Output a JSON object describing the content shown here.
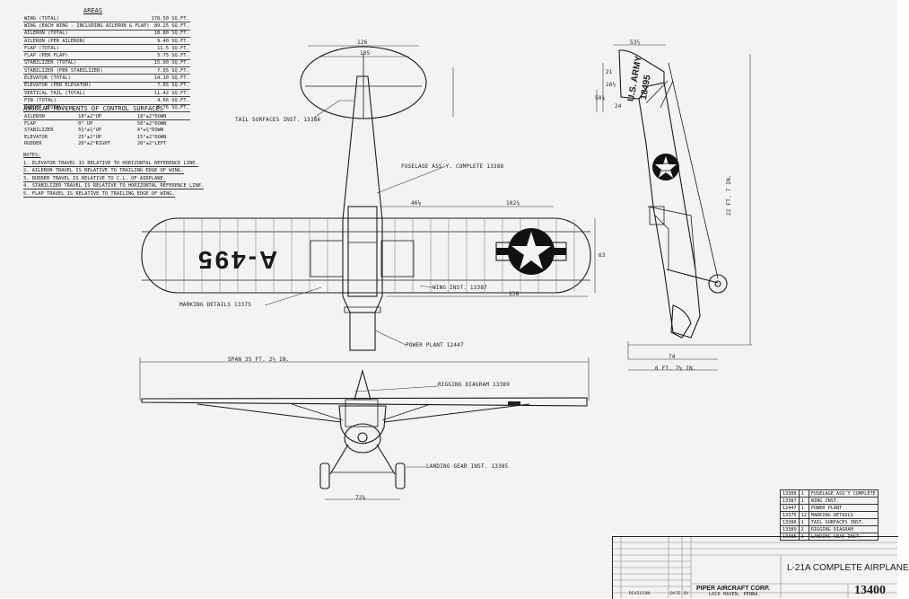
{
  "areas": {
    "heading": "AREAS",
    "rows": [
      [
        "WING (TOTAL)",
        "178.50 SQ.FT."
      ],
      [
        "WING (EACH WING - INCLUDING AILERON & FLAP)",
        "89.25 SQ.FT."
      ],
      [
        "AILERON (TOTAL)",
        "18.80 SQ.FT."
      ],
      [
        "AILERON (PER AILERON)",
        "9.40 SQ.FT."
      ],
      [
        "FLAP (TOTAL)",
        "11.5 SQ.FT."
      ],
      [
        "FLAP (PER FLAP)",
        "5.75 SQ.FT."
      ],
      [
        "STABILIZER (TOTAL)",
        "15.90 SQ.FT."
      ],
      [
        "STABILIZER (PER STABILIZER)",
        "7.95 SQ.FT."
      ],
      [
        "ELEVATOR (TOTAL)",
        "14.10 SQ.FT."
      ],
      [
        "ELEVATOR (PER ELEVATOR)",
        "7.05 SQ.FT."
      ],
      [
        "VERTICAL TAIL (TOTAL)",
        "11.42 SQ.FT."
      ],
      [
        "FIN (TOTAL)",
        "4.66 SQ.FT."
      ],
      [
        "RUDDER (TOTAL)",
        "6.76 SQ.FT."
      ]
    ]
  },
  "movements": {
    "heading": "ANGULAR MOVEMENTS OF CONTROL SURFACES",
    "rows": [
      [
        "AILERON",
        "18°±2°UP",
        "18°±2°DOWN"
      ],
      [
        "FLAP",
        "0° UP",
        "50°±2°DOWN"
      ],
      [
        "STABILIZER",
        "5¾°±¾°UP",
        "4°±¾°DOWN"
      ],
      [
        "ELEVATOR",
        "25°±2°UP",
        "15°±2°DOWN"
      ],
      [
        "RUDDER",
        "20°±2°RIGHT",
        "20°±2°LEFT"
      ]
    ]
  },
  "notes": {
    "heading": "NOTES:",
    "items": [
      "1. ELEVATOR TRAVEL IS RELATIVE TO HORIZONTAL REFERENCE LINE.",
      "2. AILERON TRAVEL IS RELATIVE TO TRAILING EDGE OF WING.",
      "3. RUDDER TRAVEL IS RELATIVE TO C.L. OF AIRPLANE.",
      "4. STABILIZER TRAVEL IS RELATIVE TO HORIZONTAL REFERENCE LINE.",
      "5. FLAP TRAVEL IS RELATIVE TO TRAILING EDGE OF WING."
    ]
  },
  "callouts": {
    "tail_surfaces": "TAIL SURFACES INST. 13386",
    "fuselage": "FUSELAGE ASS'Y. COMPLETE 13388",
    "marking": "MARKING DETAILS 13375",
    "wing_inst": "WING INST. 13387",
    "power_plant": "POWER PLANT 12447",
    "rigging": "RIGGING DIAGRAM 13389",
    "landing_gear": "LANDING GEAR INST. 13385"
  },
  "dims": {
    "tail_span": "126",
    "tail_inner": "105",
    "wing_dim_a": "46⅛",
    "wing_dim_b": "102⅞",
    "wing_chord": "63",
    "wing_span_half": "138",
    "span": "SPAN 35 FT. 2½ IN.",
    "gear_track": "72⅛",
    "side_top": "53½",
    "side_a": "21",
    "side_b": "16½",
    "side_c": "50⅜",
    "side_d": "24",
    "side_height": "22 FT. 7 IN.",
    "side_ground": "74",
    "side_ground_b": "6 FT. 7⅛ IN."
  },
  "markings": {
    "serial": "A-495",
    "side_text_1": "U.S. ARMY",
    "side_text_2": "18495"
  },
  "parts_list": [
    [
      "13388",
      "1",
      "FUSELAGE ASS'Y COMPLETE"
    ],
    [
      "13387",
      "1",
      "WING INST."
    ],
    [
      "12447",
      "1",
      "POWER PLANT"
    ],
    [
      "13375",
      "12",
      "MARKING DETAILS"
    ],
    [
      "13386",
      "1",
      "TAIL SURFACES INST."
    ],
    [
      "13389",
      "2",
      "RIGGING DIAGRAM"
    ],
    [
      "13385",
      "1",
      "LANDING GEAR INST."
    ]
  ],
  "title_block": {
    "company": "PIPER AIRCRAFT CORP.",
    "location": "LOCK HAVEN, PENNA.",
    "title": "L-21A COMPLETE AIRPLANE",
    "number": "13400",
    "revision_label": "REVISION",
    "date_label": "DATE",
    "by_label": "BY"
  }
}
